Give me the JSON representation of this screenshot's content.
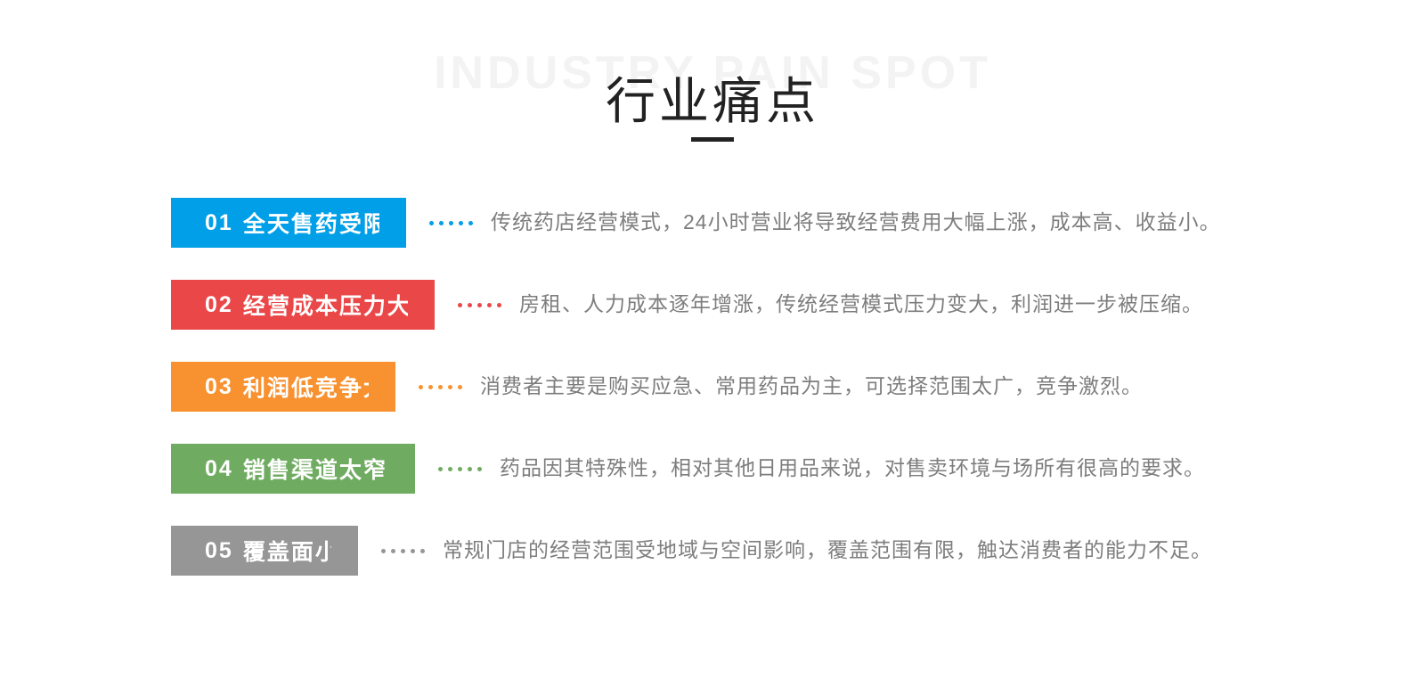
{
  "header": {
    "ghost_title": "INDUSTRY PAIN SPOT",
    "title": "行业痛点"
  },
  "rows": [
    {
      "number": "01",
      "label": "全天售药受限",
      "color": "#019fe8",
      "description": "传统药店经营模式，24小时营业将导致经营费用大幅上涨，成本高、收益小。",
      "badge_width": 264
    },
    {
      "number": "02",
      "label": "经营成本压力大",
      "color": "#ea4748",
      "description": "房租、人力成本逐年增涨，传统经营模式压力变大，利润进一步被压缩。",
      "badge_width": 296
    },
    {
      "number": "03",
      "label": "利润低竞争大",
      "color": "#f89230",
      "description": "消费者主要是购买应急、常用药品为主，可选择范围太广，竞争激烈。",
      "badge_width": 252
    },
    {
      "number": "04",
      "label": "销售渠道太窄",
      "color": "#6fac61",
      "description": "药品因其特殊性，相对其他日用品来说，对售卖环境与场所有很高的要求。",
      "badge_width": 274
    },
    {
      "number": "05",
      "label": "覆盖面小",
      "color": "#969696",
      "description": "常规门店的经营范围受地域与空间影响，覆盖范围有限，触达消费者的能力不足。",
      "badge_width": 210
    }
  ]
}
